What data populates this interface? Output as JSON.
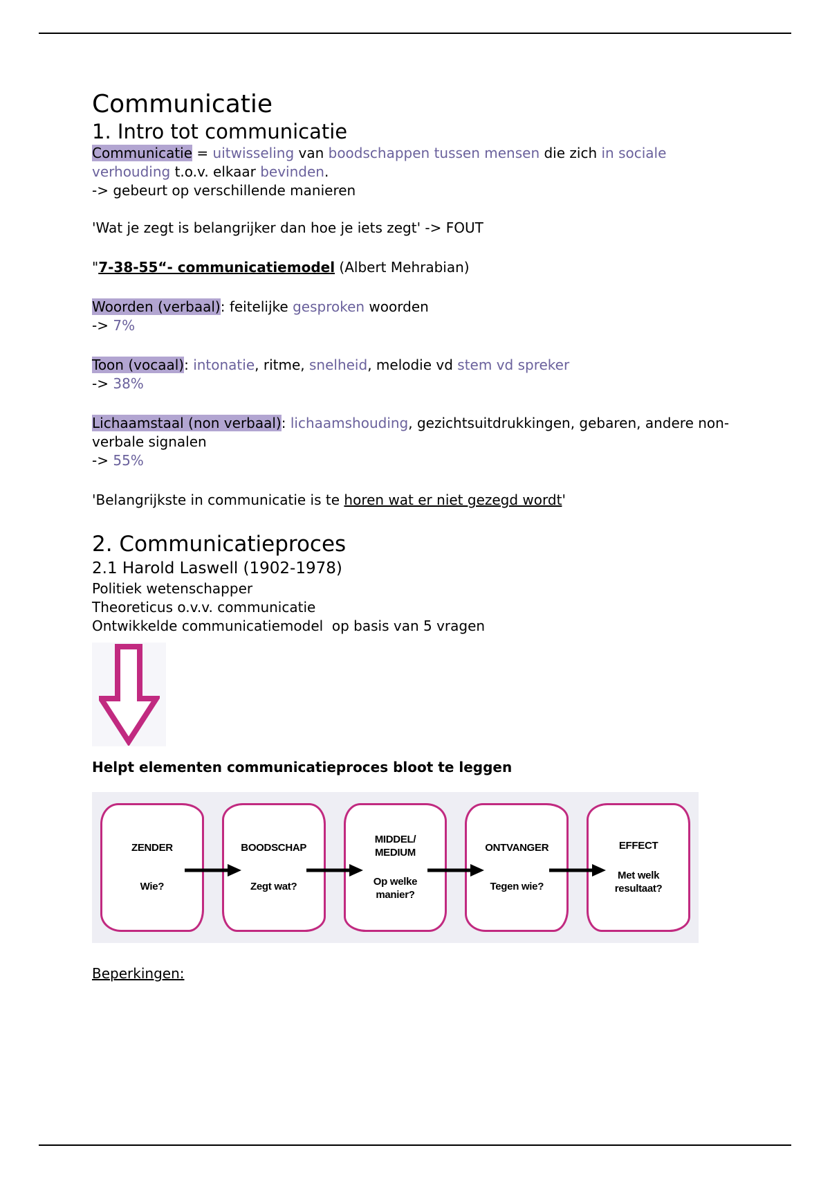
{
  "document": {
    "title": "Communicatie",
    "intro": {
      "heading": "1. Intro tot communicatie",
      "definition": {
        "term": "Communicatie",
        "eq": " = ",
        "s1": "uitwisseling",
        "s2": " van ",
        "s3": "boodschappen tussen mensen",
        "s4": " die zich ",
        "s5": "in sociale verhouding",
        "s6": " t.o.v. elkaar ",
        "s7": "bevinden",
        "s8": "."
      },
      "line2": "-> gebeurt op verschillende manieren",
      "quote_fout": "'Wat je zegt is belangrijker dan hoe je iets zegt' -> FOUT",
      "model": {
        "open_quote": "\"",
        "name": "7-38-55“- communicatiemodel",
        "author": " (Albert Mehrabian)"
      },
      "woorden": {
        "term": "Woorden (verbaal)",
        "t1": ": feitelijke ",
        "t2": "gesproken",
        "t3": " woorden",
        "arrow": "-> ",
        "pct": "7%"
      },
      "toon": {
        "term": "Toon (vocaal)",
        "t1": ": ",
        "t2": "intonatie",
        "t3": ", ritme, ",
        "t4": "snelheid",
        "t5": ", melodie vd ",
        "t6": "stem vd spreker",
        "arrow": "-> ",
        "pct": "38%"
      },
      "lichaamstaal": {
        "term": "Lichaamstaal (non verbaal)",
        "t1": ": ",
        "t2": "lichaamshouding",
        "t3": ", gezichtsuitdrukkingen, gebaren, andere non-verbale signalen",
        "arrow": "-> ",
        "pct": "55%"
      },
      "quote_belangrijk": {
        "pre": "'Belangrijkste in communicatie is te ",
        "underlined": "horen wat er niet gezegd wordt",
        "post": "'"
      }
    },
    "proces": {
      "heading": "2. Communicatieproces",
      "subheading": "2.1 Harold Laswell (1902-1978)",
      "lines": [
        "Politiek wetenschapper",
        "Theoreticus o.v.v. communicatie",
        "Ontwikkelde communicatiemodel  op basis van 5 vragen"
      ],
      "bold_line": "Helpt elementen communicatieproces bloot te leggen",
      "diagram": {
        "boxes": [
          {
            "title": "ZENDER",
            "question": "Wie?"
          },
          {
            "title": "BOODSCHAP",
            "question": "Zegt wat?"
          },
          {
            "title": "MIDDEL/\nMEDIUM",
            "question": "Op welke\nmanier?"
          },
          {
            "title": "ONTVANGER",
            "question": "Tegen wie?"
          },
          {
            "title": "EFFECT",
            "question": "Met welk\nresultaat?"
          }
        ]
      },
      "beperkingen": "Beperkingen:"
    },
    "colors": {
      "purple_text": "#6a619c",
      "highlight": "#b2a5d1",
      "magenta": "#c12a80",
      "diagram_bg": "#eeeef4"
    }
  }
}
